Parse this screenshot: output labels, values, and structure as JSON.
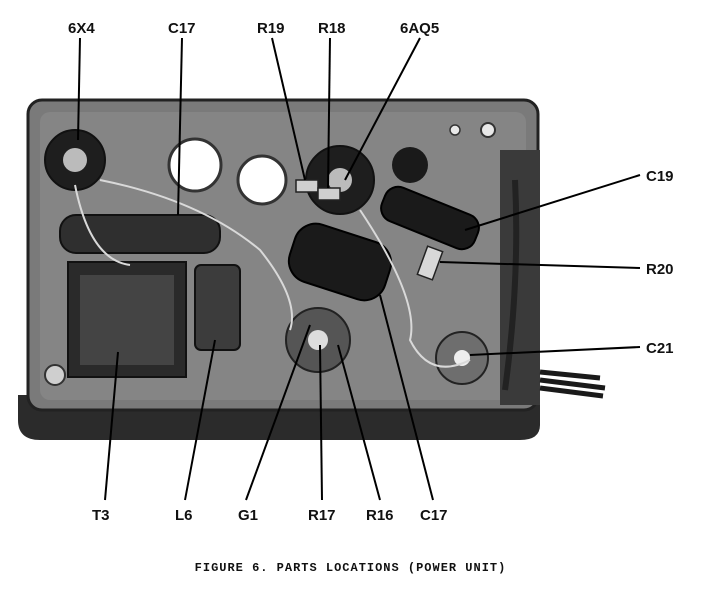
{
  "figure": {
    "caption": "FIGURE 6. PARTS LOCATIONS (POWER UNIT)",
    "labels": {
      "top_6x4": "6X4",
      "top_c17": "C17",
      "top_r19": "R19",
      "top_r18": "R18",
      "top_6aq5": "6AQ5",
      "right_c19": "C19",
      "right_r20": "R20",
      "right_c21": "C21",
      "bottom_t3": "T3",
      "bottom_l6": "L6",
      "bottom_g1": "G1",
      "bottom_r17": "R17",
      "bottom_r16": "R16",
      "bottom_c17": "C17"
    }
  }
}
